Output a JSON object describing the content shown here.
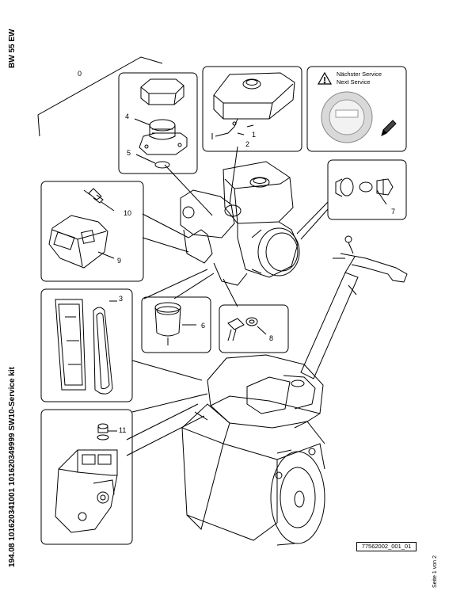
{
  "header": {
    "model": "BW 55 EW"
  },
  "footer": {
    "kit_title": "194.08 101620341001 101620349999 SW10-Service kit",
    "page_info": "Seite 1 von 2",
    "drawing_number": "77562002_001_01"
  },
  "sticker": {
    "line1": "Nächster Service",
    "line2": "Next Service"
  },
  "callouts": [
    "0",
    "1",
    "2",
    "3",
    "4",
    "5",
    "6",
    "7",
    "8",
    "9",
    "10",
    "11"
  ]
}
